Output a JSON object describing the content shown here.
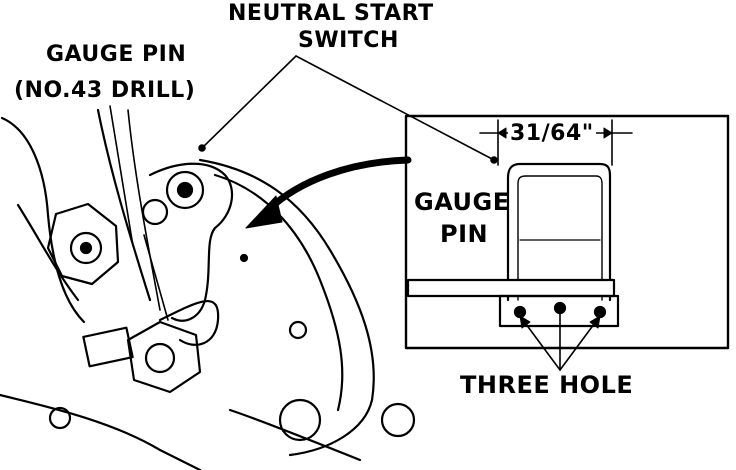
{
  "labels": {
    "neutral_line1": "NEUTRAL START",
    "neutral_line2": "SWITCH",
    "gauge_pin_line1": "GAUGE PIN",
    "gauge_pin_line2": "(NO.43 DRILL)",
    "dimension": "31/64\"",
    "inset_gauge_line1": "GAUGE",
    "inset_gauge_line2": "PIN",
    "three_hole": "THREE HOLE"
  },
  "colors": {
    "ink": "#000000",
    "paper": "#ffffff"
  }
}
